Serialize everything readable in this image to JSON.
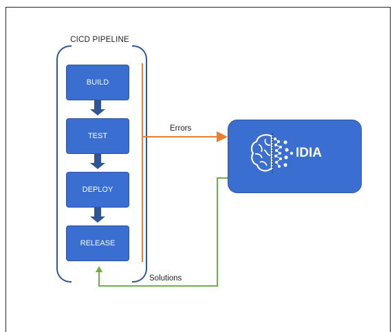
{
  "diagram": {
    "pipeline_title": "CICD PIPELINE",
    "stages": [
      "BUILD",
      "TEST",
      "DEPLOY",
      "RELEASE"
    ],
    "target": "IDIA",
    "edges": {
      "errors_label": "Errors",
      "solutions_label": "Solutions"
    },
    "colors": {
      "stage_fill": "#3a6fd1",
      "bracket": "#2f5597",
      "errors_line": "#ed7d31",
      "solutions_line": "#70ad47"
    },
    "icons": {
      "brain": "brain-circuit-icon"
    }
  }
}
